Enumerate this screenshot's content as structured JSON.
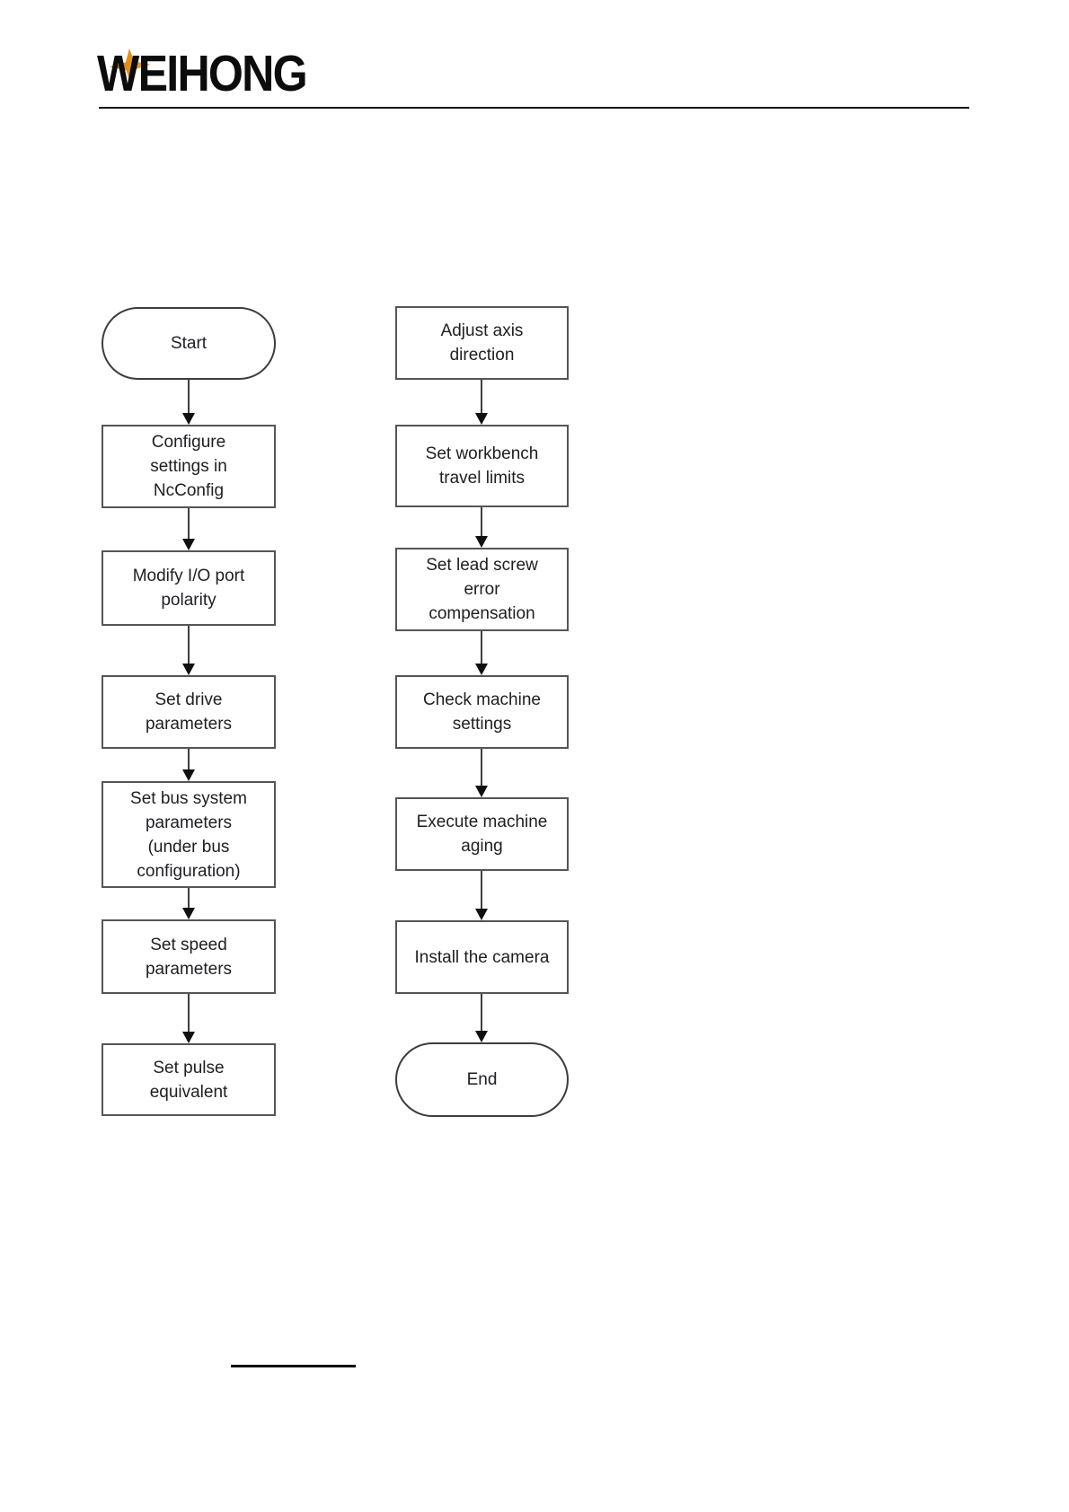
{
  "header": {
    "logo_text": "WEIHONG",
    "logo_color": "#0c0c0c",
    "star_color": "#e8941e",
    "rule_color": "#0f0f0f"
  },
  "colors": {
    "node_border": "#555557",
    "node_text": "#1e1e24",
    "arrow": "#101012",
    "background": "#ffffff"
  },
  "flowchart": {
    "left_column": {
      "nodes": [
        {
          "type": "terminator",
          "label": "Start"
        },
        {
          "type": "process",
          "label": "Configure\nsettings in\nNcConfig"
        },
        {
          "type": "process",
          "label": "Modify I/O port\npolarity"
        },
        {
          "type": "process",
          "label": "Set drive\nparameters"
        },
        {
          "type": "process",
          "label": "Set bus system\nparameters\n(under bus\nconfiguration)"
        },
        {
          "type": "process",
          "label": "Set speed\nparameters"
        },
        {
          "type": "process",
          "label": "Set pulse\nequivalent"
        }
      ]
    },
    "right_column": {
      "nodes": [
        {
          "type": "process",
          "label": "Adjust axis\ndirection"
        },
        {
          "type": "process",
          "label": "Set workbench\ntravel limits"
        },
        {
          "type": "process",
          "label": "Set lead screw\nerror\ncompensation"
        },
        {
          "type": "process",
          "label": "Check machine\nsettings"
        },
        {
          "type": "process",
          "label": "Execute machine\naging"
        },
        {
          "type": "process",
          "label": "Install the camera"
        },
        {
          "type": "terminator",
          "label": "End"
        }
      ]
    }
  }
}
